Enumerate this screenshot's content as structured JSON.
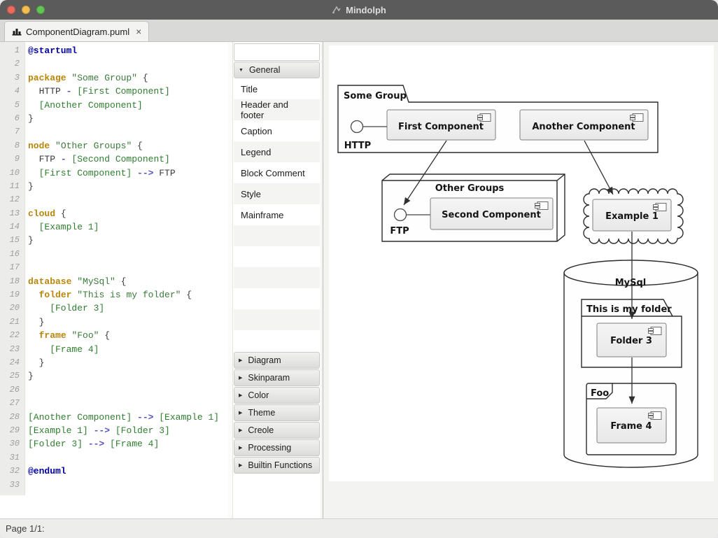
{
  "colors": {
    "titlebar-bg": "#5b5b5b",
    "traffic-close": "#ed6a5e",
    "traffic-min": "#f5bf4f",
    "traffic-zoom": "#61c554",
    "syntax-at": "#0000a0",
    "syntax-keyword": "#b8860b",
    "syntax-string": "#3a7a3a",
    "syntax-component": "#2f7d2f",
    "syntax-arrow": "#5454c0",
    "syntax-plain": "#3a3a3a"
  },
  "titlebar": {
    "app_title": "Mindolph"
  },
  "tabbar": {
    "tabs": [
      {
        "label": "ComponentDiagram.puml",
        "close": "×",
        "active": true
      }
    ]
  },
  "editor": {
    "lines": [
      [
        [
          "@startuml",
          "at"
        ]
      ],
      [],
      [
        [
          "package",
          "kw"
        ],
        [
          " ",
          "pl"
        ],
        [
          "\"Some Group\"",
          "str"
        ],
        [
          " {",
          "pl"
        ]
      ],
      [
        [
          "  HTTP ",
          "pl"
        ],
        [
          "- ",
          "arr"
        ],
        [
          "[First Component]",
          "cmp"
        ]
      ],
      [
        [
          "  [Another Component]",
          "cmp"
        ]
      ],
      [
        [
          "}",
          "pl"
        ]
      ],
      [],
      [
        [
          "node",
          "kw"
        ],
        [
          " ",
          "pl"
        ],
        [
          "\"Other Groups\"",
          "str"
        ],
        [
          " {",
          "pl"
        ]
      ],
      [
        [
          "  FTP ",
          "pl"
        ],
        [
          "- ",
          "arr"
        ],
        [
          "[Second Component]",
          "cmp"
        ]
      ],
      [
        [
          "  [First Component] ",
          "cmp"
        ],
        [
          "--> ",
          "arr"
        ],
        [
          "FTP",
          "pl"
        ]
      ],
      [
        [
          "}",
          "pl"
        ]
      ],
      [],
      [
        [
          "cloud",
          "kw"
        ],
        [
          " {",
          "pl"
        ]
      ],
      [
        [
          "  [Example 1]",
          "cmp"
        ]
      ],
      [
        [
          "}",
          "pl"
        ]
      ],
      [],
      [],
      [
        [
          "database",
          "kw"
        ],
        [
          " ",
          "pl"
        ],
        [
          "\"MySql\"",
          "str"
        ],
        [
          " {",
          "pl"
        ]
      ],
      [
        [
          "  ",
          "pl"
        ],
        [
          "folder",
          "kw"
        ],
        [
          " ",
          "pl"
        ],
        [
          "\"This is my folder\"",
          "str"
        ],
        [
          " {",
          "pl"
        ]
      ],
      [
        [
          "    [Folder 3]",
          "cmp"
        ]
      ],
      [
        [
          "  }",
          "pl"
        ]
      ],
      [
        [
          "  ",
          "pl"
        ],
        [
          "frame",
          "kw"
        ],
        [
          " ",
          "pl"
        ],
        [
          "\"Foo\"",
          "str"
        ],
        [
          " {",
          "pl"
        ]
      ],
      [
        [
          "    [Frame 4]",
          "cmp"
        ]
      ],
      [
        [
          "  }",
          "pl"
        ]
      ],
      [
        [
          "}",
          "pl"
        ]
      ],
      [],
      [],
      [
        [
          "[Another Component] ",
          "cmp"
        ],
        [
          "--> ",
          "arr"
        ],
        [
          "[Example 1]",
          "cmp"
        ]
      ],
      [
        [
          "[Example 1] ",
          "cmp"
        ],
        [
          "--> ",
          "arr"
        ],
        [
          "[Folder 3]",
          "cmp"
        ]
      ],
      [
        [
          "[Folder 3] ",
          "cmp"
        ],
        [
          "--> ",
          "arr"
        ],
        [
          "[Frame 4]",
          "cmp"
        ]
      ],
      [],
      [
        [
          "@enduml",
          "at"
        ]
      ],
      []
    ]
  },
  "outline_panel": {
    "search_value": "",
    "sections": [
      {
        "label": "General",
        "expanded": true,
        "items": [
          "Title",
          "Header and footer",
          "Caption",
          "Legend",
          "Block Comment",
          "Style",
          "Mainframe"
        ]
      },
      {
        "label": "Diagram",
        "expanded": false
      },
      {
        "label": "Skinparam",
        "expanded": false
      },
      {
        "label": "Color",
        "expanded": false
      },
      {
        "label": "Theme",
        "expanded": false
      },
      {
        "label": "Creole",
        "expanded": false
      },
      {
        "label": "Processing",
        "expanded": false
      },
      {
        "label": "Builtin Functions",
        "expanded": false
      }
    ]
  },
  "diagram": {
    "package_label": "Some Group",
    "node_label": "Other Groups",
    "database_label": "MySql",
    "folder_label": "This is my folder",
    "frame_label": "Foo",
    "components": {
      "first": "First Component",
      "another": "Another Component",
      "second": "Second Component",
      "example": "Example 1",
      "folder3": "Folder 3",
      "frame4": "Frame 4"
    },
    "interfaces": {
      "http": "HTTP",
      "ftp": "FTP"
    }
  },
  "statusbar": {
    "text": "Page 1/1:"
  }
}
